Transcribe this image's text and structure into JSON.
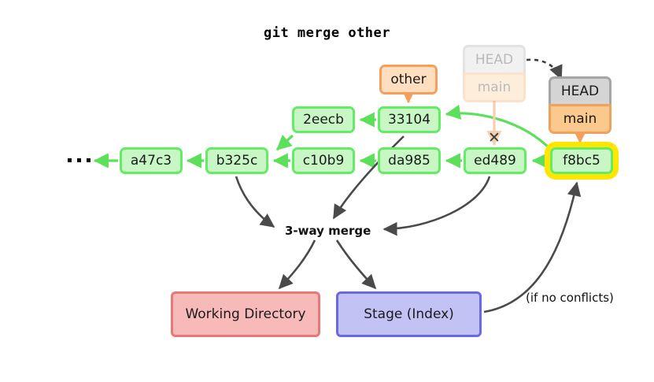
{
  "title": "git merge other",
  "colors": {
    "commit_fill": "#c8f7c5",
    "commit_border": "#64ec64",
    "branch_fill": "#ffdfc0",
    "branch_border": "#f5a05a",
    "head_fill": "#d4d4d4",
    "head_border": "#a6a6a6",
    "main_fill": "#fbc98e",
    "main_border": "#f0a25c",
    "highlight": "#ffe600",
    "workdir_fill": "#f8b9b9",
    "workdir_border": "#e87878",
    "stage_fill": "#c2c2f5",
    "stage_border": "#6a6ae0",
    "arrow_dark": "#4a4a4a",
    "arrow_green": "#5ce05c",
    "arrow_orange": "#f5a05a"
  },
  "commits": [
    {
      "id": "a47c3",
      "label": "a47c3"
    },
    {
      "id": "b325c",
      "label": "b325c"
    },
    {
      "id": "c10b9",
      "label": "c10b9"
    },
    {
      "id": "da985",
      "label": "da985"
    },
    {
      "id": "ed489",
      "label": "ed489"
    },
    {
      "id": "f8bc5",
      "label": "f8bc5"
    },
    {
      "id": "2eecb",
      "label": "2eecb"
    },
    {
      "id": "33104",
      "label": "33104"
    }
  ],
  "refs": {
    "other": "other",
    "head_ghost": "HEAD",
    "main_ghost": "main",
    "head_current": "HEAD",
    "main_current": "main"
  },
  "labels": {
    "three_way_merge": "3-way merge",
    "if_no_conflicts": "(if no conflicts)",
    "x_mark": "✕",
    "ellipsis": "…"
  },
  "areas": {
    "working_directory": "Working Directory",
    "stage_index": "Stage (Index)"
  },
  "graph": {
    "parent_edges": [
      {
        "from": "b325c",
        "to": "a47c3"
      },
      {
        "from": "c10b9",
        "to": "b325c"
      },
      {
        "from": "da985",
        "to": "c10b9"
      },
      {
        "from": "ed489",
        "to": "da985"
      },
      {
        "from": "f8bc5",
        "to": "ed489"
      },
      {
        "from": "2eecb",
        "to": "b325c"
      },
      {
        "from": "33104",
        "to": "2eecb"
      },
      {
        "from": "f8bc5",
        "to": "33104"
      }
    ],
    "ref_edges": [
      {
        "from": "other",
        "to": "33104"
      },
      {
        "from": "main_current",
        "to": "f8bc5"
      },
      {
        "from": "main_ghost",
        "to": "ed489",
        "severed": true
      },
      {
        "from": "head_ghost",
        "to": "head_current",
        "style": "dashed"
      }
    ],
    "merge_inputs": [
      "b325c",
      "33104",
      "ed489"
    ],
    "merge_outputs": [
      "working_directory",
      "stage_index"
    ],
    "commit_back_edge": {
      "from": "stage_index",
      "to": "f8bc5"
    }
  }
}
